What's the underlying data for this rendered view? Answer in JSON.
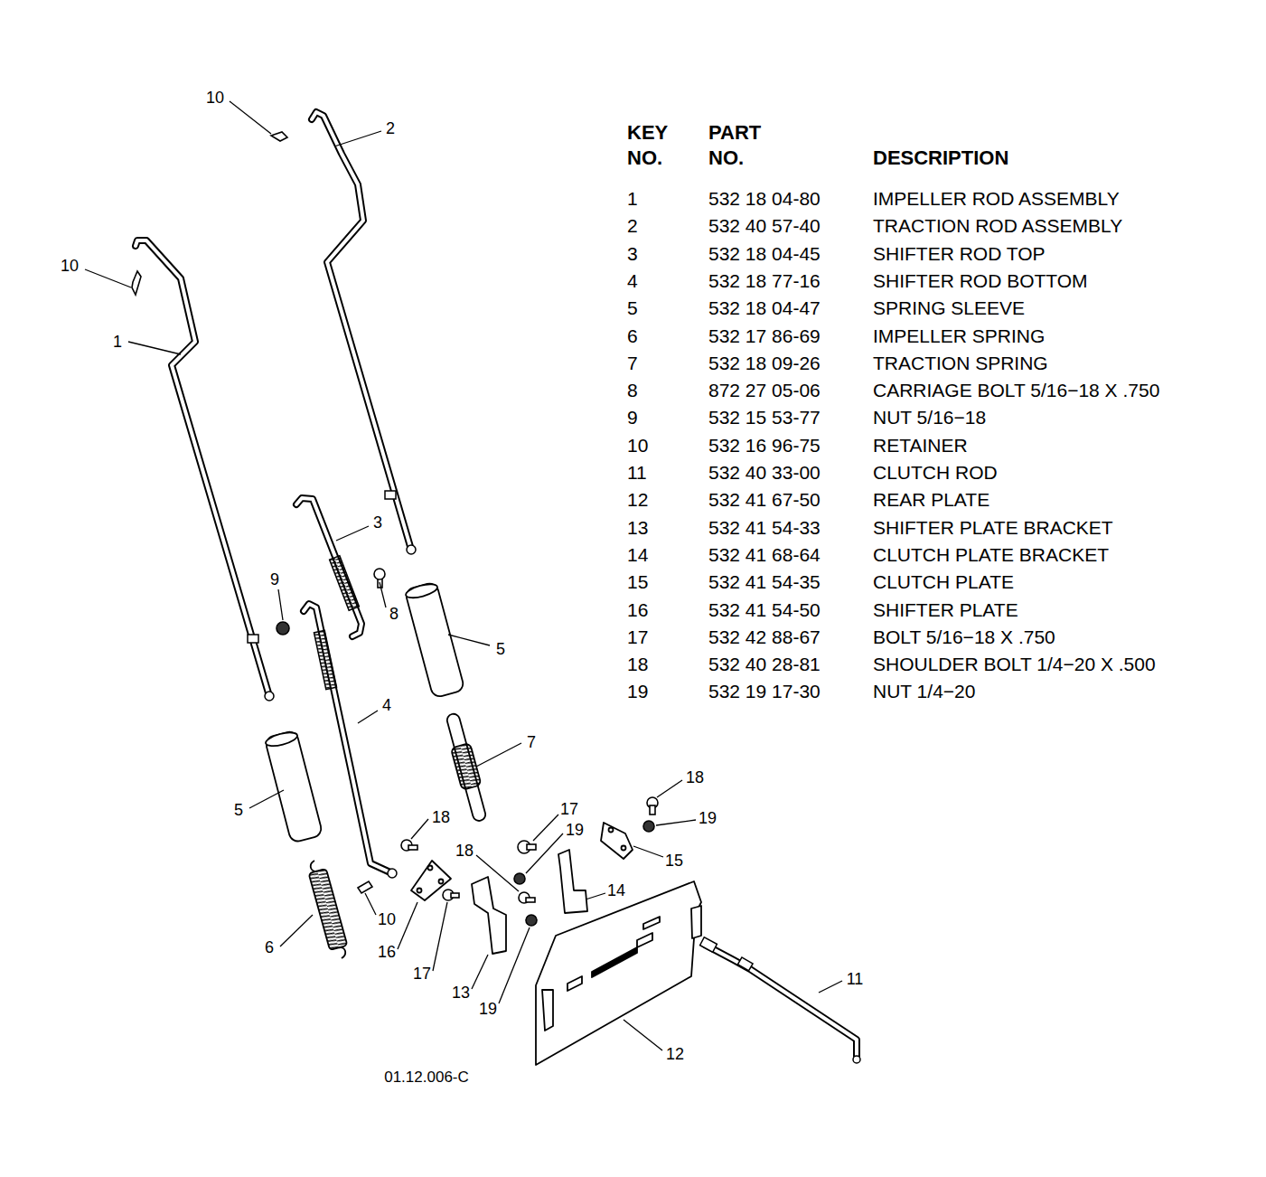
{
  "diagram": {
    "labels": [
      "KEY NO.",
      "PART NO.",
      "DESCRIPTION",
      "1",
      "532 18 04-80",
      "IMPELLER ROD ASSEMBLY",
      "2",
      "532 40 57-40",
      "TRACTION ROD ASSEMBLY",
      "3",
      "532 18 04-45",
      "SHIFTER ROD TOP",
      "4",
      "532 18 77-16",
      "SHIFTER ROD BOTTOM",
      "5",
      "532 18 04-47",
      "SPRING SLEEVE",
      "6",
      "532 17 86-69",
      "IMPELLER SPRING",
      "7",
      "532 18 09-26",
      "TRACTION SPRING",
      "8",
      "872 27 05-06",
      "CARRIAGE BOLT 5/16−18 X .750",
      "9",
      "532 15 53-77",
      "NUT 5/16−18",
      "10",
      "532 16 96-75",
      "RETAINER",
      "11",
      "532 40 33-00",
      "CLUTCH ROD",
      "12",
      "532 41 67-50",
      "REAR PLATE",
      "13",
      "532 41 54-33",
      "SHIFTER PLATE BRACKET",
      "14",
      "532 41 68-64",
      "CLUTCH PLATE BRACKET",
      "15",
      "532 41 54-35",
      "CLUTCH PLATE",
      "16",
      "532 41 54-50",
      "SHIFTER PLATE",
      "17",
      "532 42 88-67",
      "BOLT 5/16−18 X .750",
      "18",
      "532 40 28-81",
      "SHOULDER BOLT 1/4−20 X .500",
      "19",
      "532 19 17-30",
      "NUT 1/4−20",
      "10",
      "2",
      "10",
      "1",
      "3",
      "9",
      "8",
      "5",
      "4",
      "7",
      "5",
      "18",
      "17",
      "19",
      "18",
      "19",
      "18",
      "15",
      "14",
      "10",
      "6",
      "16",
      "17",
      "13",
      "19",
      "11",
      "12",
      "01.12.006-C"
    ]
  }
}
